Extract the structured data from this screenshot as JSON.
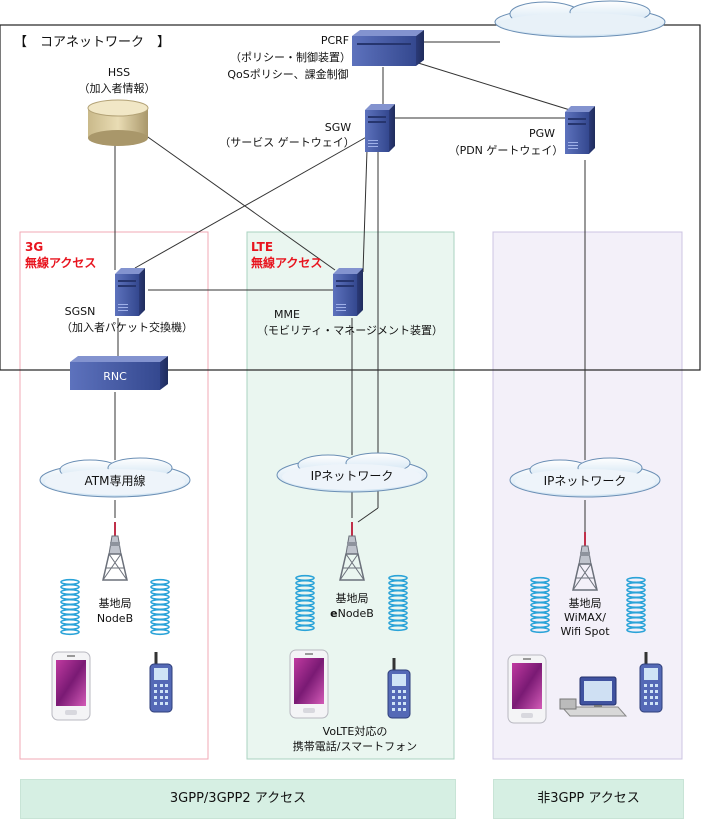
{
  "core": {
    "title": "【　コアネットワーク　】"
  },
  "nodes": {
    "pcrf": {
      "name": "PCRF",
      "desc": "（ポリシー・制御装置）",
      "desc2": "QoSポリシー、課金制御"
    },
    "hss": {
      "name": "HSS",
      "desc": "（加入者情報）"
    },
    "sgw": {
      "name": "SGW",
      "desc": "（サービス ゲートウェイ）"
    },
    "pgw": {
      "name": "PGW",
      "desc": "（PDN ゲートウェイ）"
    },
    "sgsn": {
      "name": "SGSN",
      "desc": "（加入者パケット交換機）"
    },
    "mme": {
      "name": "MME",
      "desc": "（モビリティ・マネージメント装置）"
    },
    "rnc": {
      "name": "RNC"
    }
  },
  "access": {
    "g3": {
      "line1": "3G",
      "line2": "無線アクセス"
    },
    "lte": {
      "line1": "LTE",
      "line2": "無線アクセス"
    }
  },
  "clouds": {
    "atm": "ATM専用線",
    "ip_lte": "IPネットワーク",
    "ip_non": "IPネットワーク"
  },
  "stations": {
    "nodeb": {
      "line1": "基地局",
      "line2": "NodeB"
    },
    "enodeb": {
      "line1": "基地局",
      "line2_bold": "e",
      "line2_rest": "NodeB"
    },
    "wimax": {
      "line1": "基地局",
      "line2": "WiMAX/",
      "line3": "Wifi Spot"
    }
  },
  "devices": {
    "volte_line1": "VoLTE対応の",
    "volte_line2": "携帯電話/スマートフォン"
  },
  "footer": {
    "left": "3GPP/3GPP2 アクセス",
    "right": "非3GPP アクセス"
  },
  "colors": {
    "accent_red": "#e8141e",
    "lte_bg": "#eaf6f0",
    "non3gpp_bg": "#f3f0f9",
    "footer_bg": "#d6efe3",
    "server": "#4a5fa8"
  }
}
